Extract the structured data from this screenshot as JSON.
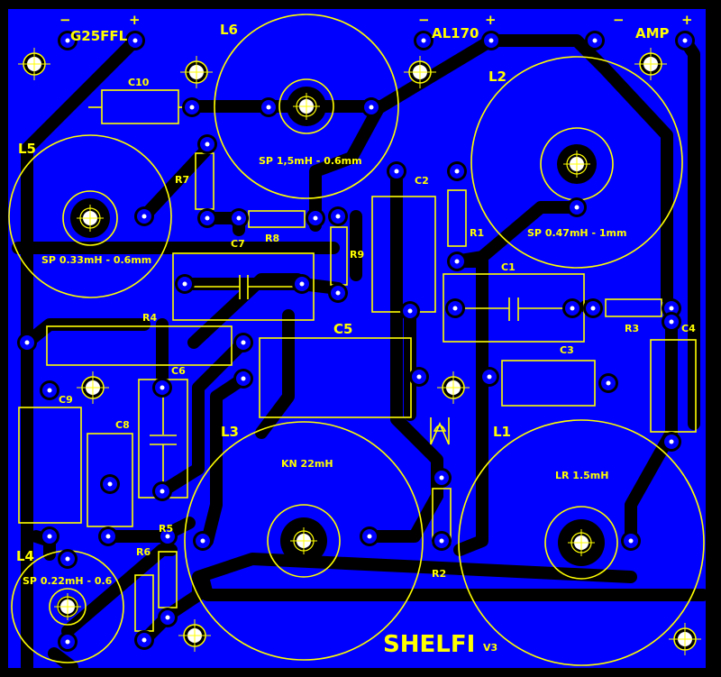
{
  "board": {
    "title": "SHELFI",
    "version": "V3",
    "colors": {
      "copper": "#0000ff",
      "silkscreen": "#ffff00",
      "background": "#000000",
      "drill": "#ffffff"
    }
  },
  "connectors": [
    {
      "name": "G25FFL",
      "minus": "−",
      "plus": "+"
    },
    {
      "name": "AL170",
      "minus": "−",
      "plus": "+"
    },
    {
      "name": "AMP",
      "minus": "−",
      "plus": "+"
    }
  ],
  "inductors": [
    {
      "ref": "L1",
      "value": "LR 1.5mH"
    },
    {
      "ref": "L2",
      "value": "SP 0.47mH - 1mm"
    },
    {
      "ref": "L3",
      "value": "KN 22mH"
    },
    {
      "ref": "L4",
      "value": "SP 0.22mH - 0.6"
    },
    {
      "ref": "L5",
      "value": "SP 0.33mH - 0.6mm"
    },
    {
      "ref": "L6",
      "value": "SP 1,5mH - 0.6mm"
    }
  ],
  "capacitors": [
    "C1",
    "C2",
    "C3",
    "C4",
    "C5",
    "C6",
    "C7",
    "C8",
    "C9",
    "C10"
  ],
  "resistors": [
    "R1",
    "R2",
    "R3",
    "R4",
    "R5",
    "R6",
    "R7",
    "R8",
    "R9"
  ]
}
